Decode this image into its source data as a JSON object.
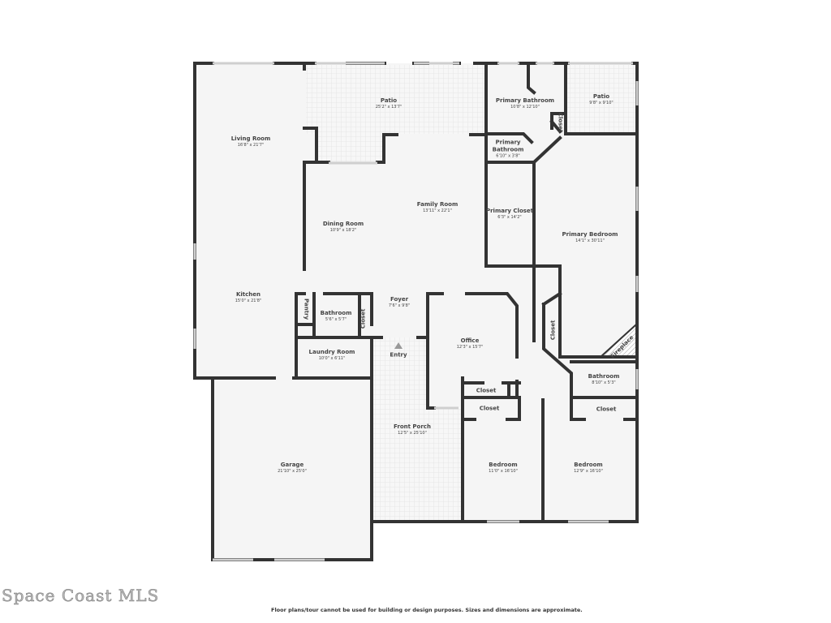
{
  "rooms": {
    "living_room": {
      "name": "Living Room",
      "dims": "16'8\" x 21'7\""
    },
    "patio": {
      "name": "Patio",
      "dims": "25'2\" x 13'7\""
    },
    "primary_bathroom": {
      "name": "Primary Bathroom",
      "dims": "10'8\" x 12'10\""
    },
    "patio_2": {
      "name": "Patio",
      "dims": "9'8\" x 9'10\""
    },
    "closet_primary_bath": {
      "name": "Closet"
    },
    "primary_bathroom_2": {
      "name": "Primary Bathroom",
      "dims": "6'10\" x 3'8\""
    },
    "family_room": {
      "name": "Family Room",
      "dims": "13'11\" x 22'1\""
    },
    "dining_room": {
      "name": "Dining Room",
      "dims": "10'9\" x 18'2\""
    },
    "primary_closet": {
      "name": "Primary Closet",
      "dims": "6'3\" x 14'2\""
    },
    "primary_bedroom": {
      "name": "Primary Bedroom",
      "dims": "14'1\" x 30'11\""
    },
    "kitchen": {
      "name": "Kitchen",
      "dims": "15'0\" x 21'8\""
    },
    "pantry": {
      "name": "Pantry"
    },
    "bathroom": {
      "name": "Bathroom",
      "dims": "5'6\" x 5'7\""
    },
    "closet_bath": {
      "name": "Closet"
    },
    "foyer": {
      "name": "Foyer",
      "dims": "7'6\" x 9'8\""
    },
    "entry": {
      "name": "Entry"
    },
    "laundry_room": {
      "name": "Laundry Room",
      "dims": "10'0\" x 6'11\""
    },
    "office": {
      "name": "Office",
      "dims": "12'3\" x 15'7\""
    },
    "closet_hall": {
      "name": "Closet"
    },
    "fireplace": {
      "name": "Fireplace"
    },
    "bathroom_2": {
      "name": "Bathroom",
      "dims": "8'10\" x 5'3\""
    },
    "closet_office": {
      "name": "Closet"
    },
    "closet_bedroom_1": {
      "name": "Closet"
    },
    "closet_bedroom_2": {
      "name": "Closet"
    },
    "front_porch": {
      "name": "Front Porch",
      "dims": "12'5\" x 25'10\""
    },
    "garage": {
      "name": "Garage",
      "dims": "21'10\" x 25'0\""
    },
    "bedroom_1": {
      "name": "Bedroom",
      "dims": "11'0\" x 16'10\""
    },
    "bedroom_2": {
      "name": "Bedroom",
      "dims": "12'9\" x 16'10\""
    }
  },
  "watermark": "Space Coast MLS",
  "disclaimer": "Floor plans/tour cannot be used for building or design purposes. Sizes and dimensions are approximate.",
  "colors": {
    "wall": "#333333",
    "floor": "#f5f5f5",
    "patio_tile": "#e8e8e8"
  }
}
